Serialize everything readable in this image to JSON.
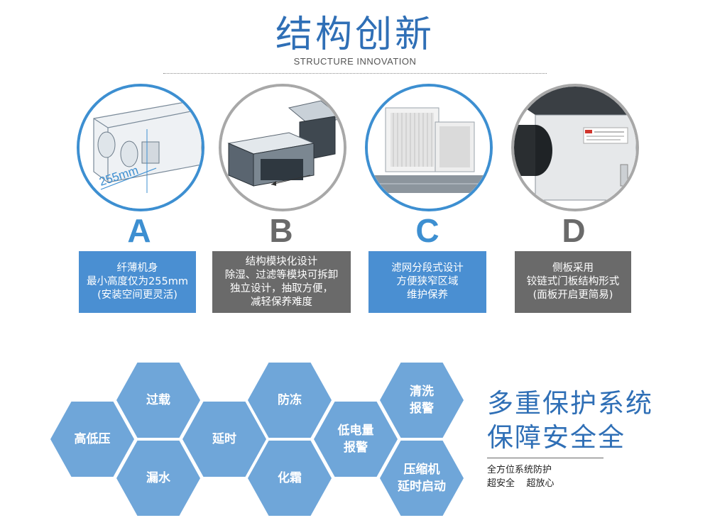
{
  "header": {
    "title": "结构创新",
    "subtitle": "STRUCTURE INNOVATION"
  },
  "features": [
    {
      "letter": "A",
      "lines": [
        "纤薄机身",
        "最小高度仅为255mm",
        "(安装空间更灵活)"
      ],
      "dimension_label": "255mm",
      "accent": "#3d8fd1"
    },
    {
      "letter": "B",
      "lines": [
        "结构模块化设计",
        "除湿、过滤等模块可拆卸",
        "独立设计，抽取方便，",
        "减轻保养难度"
      ],
      "accent": "#6a6a6a"
    },
    {
      "letter": "C",
      "lines": [
        "滤网分段式设计",
        "方便狭窄区域",
        "维护保养"
      ],
      "accent": "#3d8fd1"
    },
    {
      "letter": "D",
      "lines": [
        "侧板采用",
        "铰链式门板结构形式",
        "(面板开启更简易)"
      ],
      "accent": "#6a6a6a"
    }
  ],
  "protections": [
    {
      "lines": [
        "高低压"
      ]
    },
    {
      "lines": [
        "过载"
      ]
    },
    {
      "lines": [
        "漏水"
      ]
    },
    {
      "lines": [
        "延时"
      ]
    },
    {
      "lines": [
        "防冻"
      ]
    },
    {
      "lines": [
        "化霜"
      ]
    },
    {
      "lines": [
        "低电量",
        "报警"
      ]
    },
    {
      "lines": [
        "清洗",
        "报警"
      ]
    },
    {
      "lines": [
        "压缩机",
        "延时启动"
      ]
    }
  ],
  "protection_panel": {
    "title_line1": "多重保护系统",
    "title_line2": "保障安全全",
    "desc_line1": "全方位系统防护",
    "desc_line2": "超安全    超放心"
  },
  "colors": {
    "brand_blue": "#2f6fb6",
    "box_blue": "#4a8fd2",
    "box_gray": "#6a6a6a",
    "hex_blue": "#6fa6d9"
  }
}
